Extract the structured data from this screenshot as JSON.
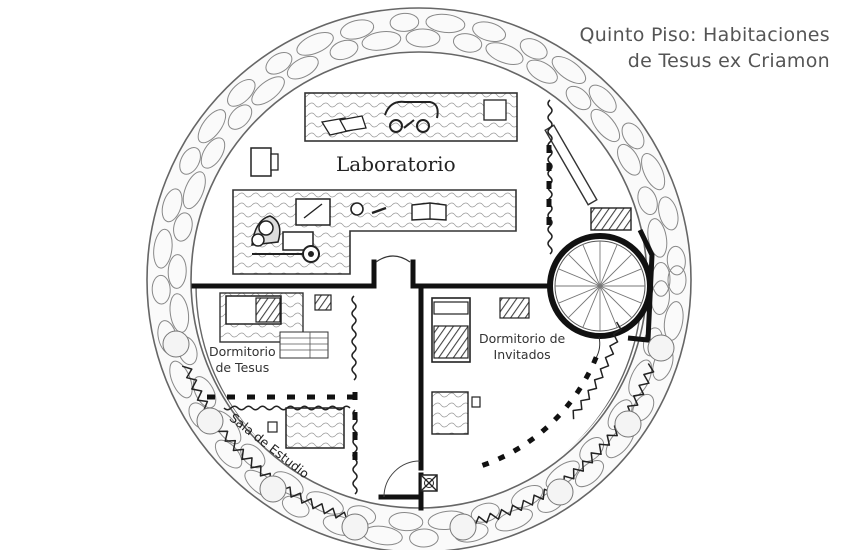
{
  "title": {
    "line1": "Quinto Piso: Habitaciones",
    "line2": "de Tesus ex Criamon"
  },
  "rooms": {
    "laboratory": "Laboratorio",
    "tesus_bedroom": [
      "Dormitorio",
      "de Tesus"
    ],
    "guest_bedroom": [
      "Dormitorio de",
      "Invitados"
    ],
    "study": "Sala de Estudio"
  },
  "colors": {
    "ink": "#222222",
    "paper": "#ffffff",
    "pencil": "#777777",
    "title": "#555555"
  }
}
